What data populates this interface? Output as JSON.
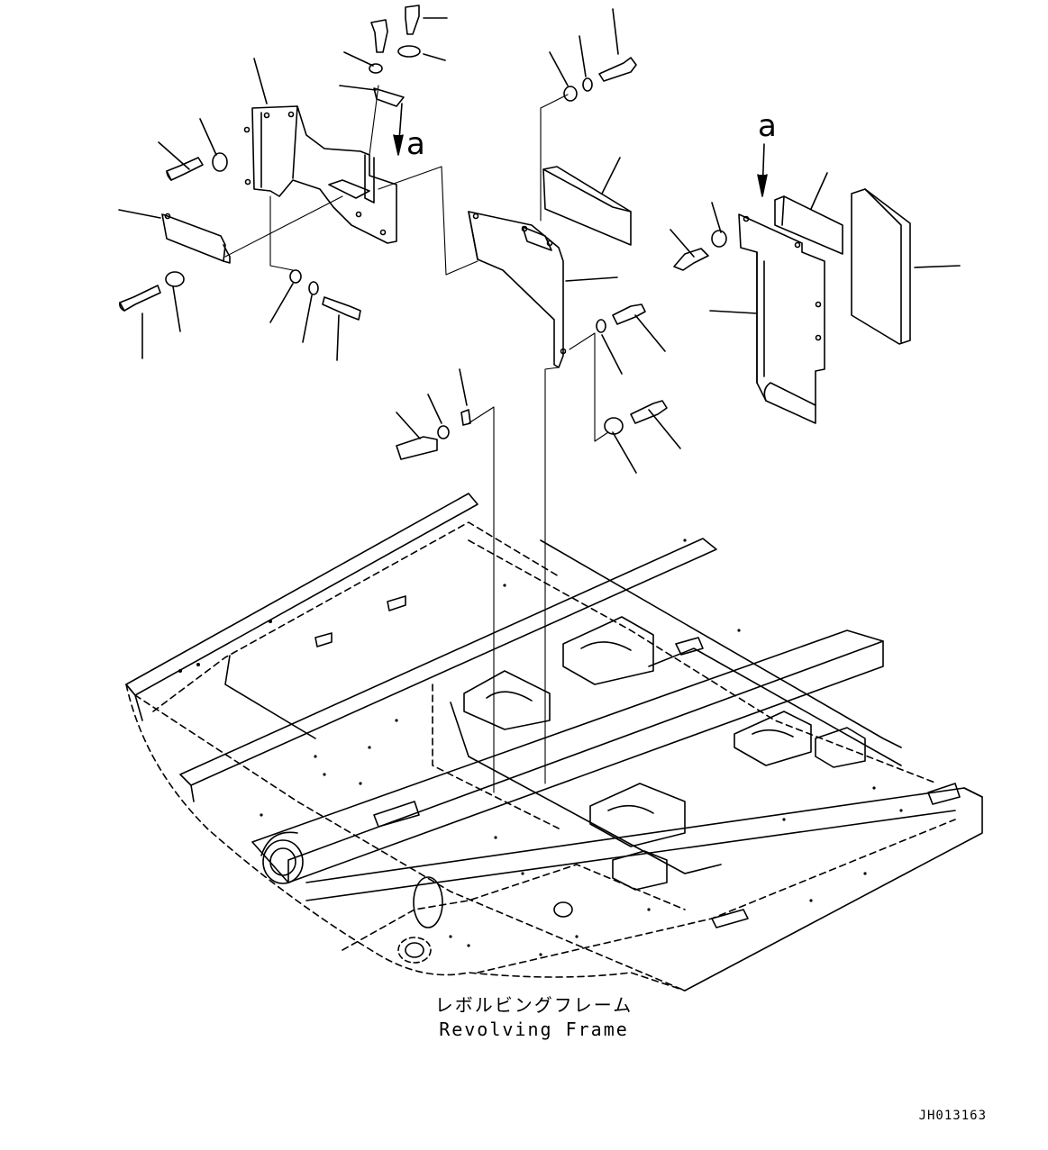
{
  "caption": {
    "japanese": "レボルビングフレーム",
    "english": "Revolving Frame"
  },
  "drawing_code": "JH013163",
  "view_markers": [
    "a",
    "a"
  ],
  "colors": {
    "ink": "#000000",
    "paper": "#ffffff"
  }
}
